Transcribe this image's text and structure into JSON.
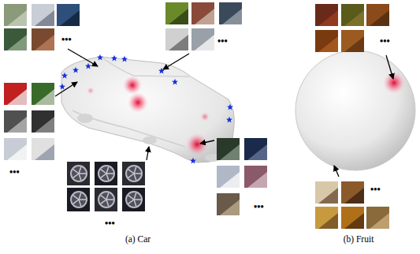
{
  "diagram": {
    "labels": [
      "•••",
      "•••",
      "•••",
      "•••",
      "•••",
      "•••",
      "•••",
      "(a) Car",
      "(b) Fruit"
    ]
  }
}
